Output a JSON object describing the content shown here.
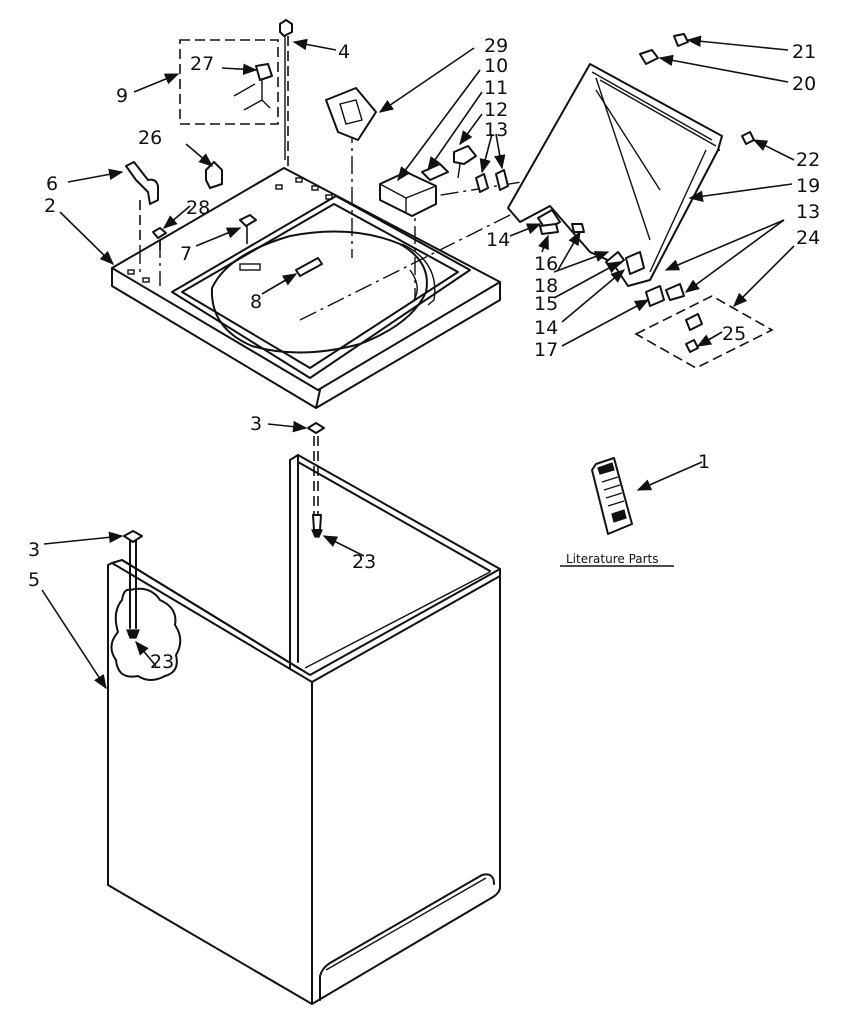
{
  "callouts": {
    "c1": "1",
    "c2": "2",
    "c3a": "3",
    "c3b": "3",
    "c4": "4",
    "c5": "5",
    "c6": "6",
    "c7": "7",
    "c8": "8",
    "c9": "9",
    "c10": "10",
    "c11": "11",
    "c12": "12",
    "c13a": "13",
    "c13b": "13",
    "c14a": "14",
    "c14b": "14",
    "c15": "15",
    "c16": "16",
    "c17": "17",
    "c18": "18",
    "c19": "19",
    "c20": "20",
    "c21": "21",
    "c22": "22",
    "c23a": "23",
    "c23b": "23",
    "c24": "24",
    "c25": "25",
    "c26": "26",
    "c27": "27",
    "c28": "28",
    "c29": "29"
  },
  "literature_caption": "Literature Parts"
}
